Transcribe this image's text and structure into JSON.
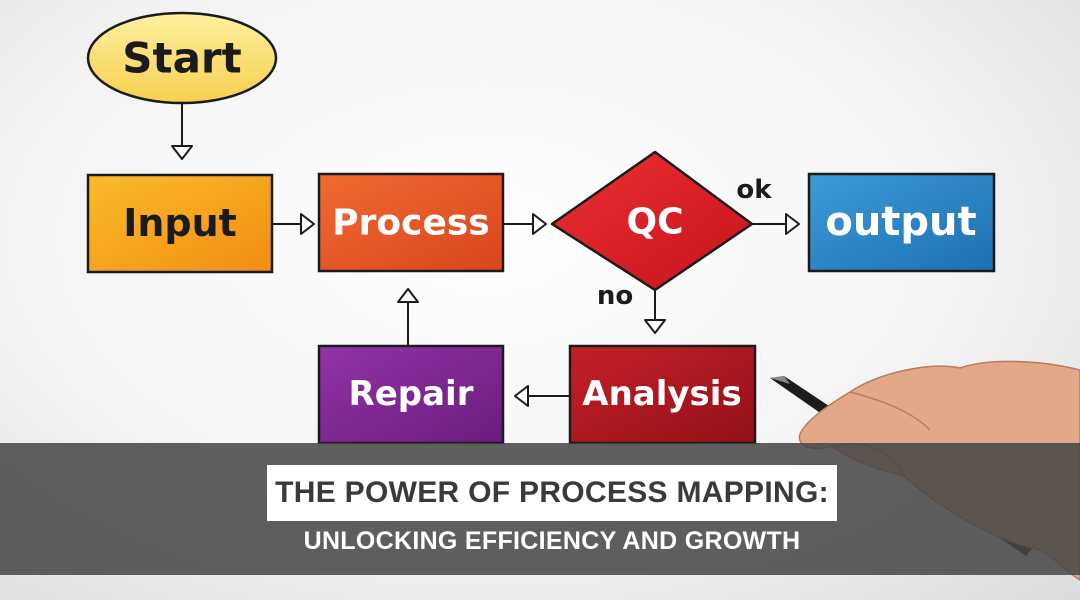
{
  "diagram": {
    "nodes": {
      "start": "Start",
      "input": "Input",
      "process": "Process",
      "qc": "QC",
      "output": "output",
      "analysis": "Analysis",
      "repair": "Repair"
    },
    "edges": {
      "ok": "ok",
      "no": "no"
    },
    "colors": {
      "start": "#f9d76a",
      "input": "#f7a11b",
      "process": "#e8582a",
      "qc": "#d81f26",
      "output": "#2a84c5",
      "analysis": "#b0161e",
      "repair": "#7d2591"
    }
  },
  "banner": {
    "headline": "THE POWER OF PROCESS MAPPING:",
    "subline": "UNLOCKING EFFICIENCY AND GROWTH"
  }
}
